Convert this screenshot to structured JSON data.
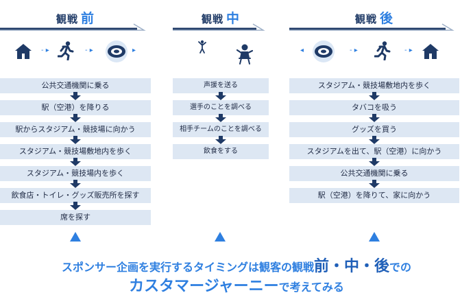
{
  "colors": {
    "accent": "#2e7fe0",
    "dark": "#1f3a66",
    "step_bg": "#dde7f3",
    "arrow": "#1f3a66"
  },
  "before": {
    "title_prefix": "観戦",
    "title_accent": "前",
    "icons": [
      "home-icon",
      "runner-icon",
      "stadium-icon"
    ],
    "steps": [
      "公共交通機関に乗る",
      "駅（空港）を降りる",
      "駅からスタジアム・競技場に向かう",
      "スタジアム・競技場敷地内を歩く",
      "スタジアム・競技場内を歩く",
      "飲食店・トイレ・グッズ販売所を探す",
      "席を探す"
    ]
  },
  "during": {
    "title_prefix": "観戦",
    "title_accent": "中",
    "icons": [
      "cheering-icon",
      "spectator-icon"
    ],
    "steps": [
      "声援を送る",
      "選手のことを調べる",
      "相手チームのことを調べる",
      "飲食をする"
    ]
  },
  "after": {
    "title_prefix": "観戦",
    "title_accent": "後",
    "icons": [
      "stadium-icon",
      "runner-icon",
      "home-icon"
    ],
    "steps": [
      "スタジアム・競技場敷地内を歩く",
      "タバコを吸う",
      "グッズを買う",
      "スタジアムを出て、駅（空港）に向かう",
      "公共交通機関に乗る",
      "駅（空港）を降りて、家に向かう"
    ]
  },
  "bottom": {
    "line1_pre": "スポンサー企画を実行するタイミングは観客の観戦",
    "line1_big": "前・中・後",
    "line1_post": "での",
    "line2_big": "カスタマージャーニー",
    "line2_post": "で考えてみる"
  }
}
